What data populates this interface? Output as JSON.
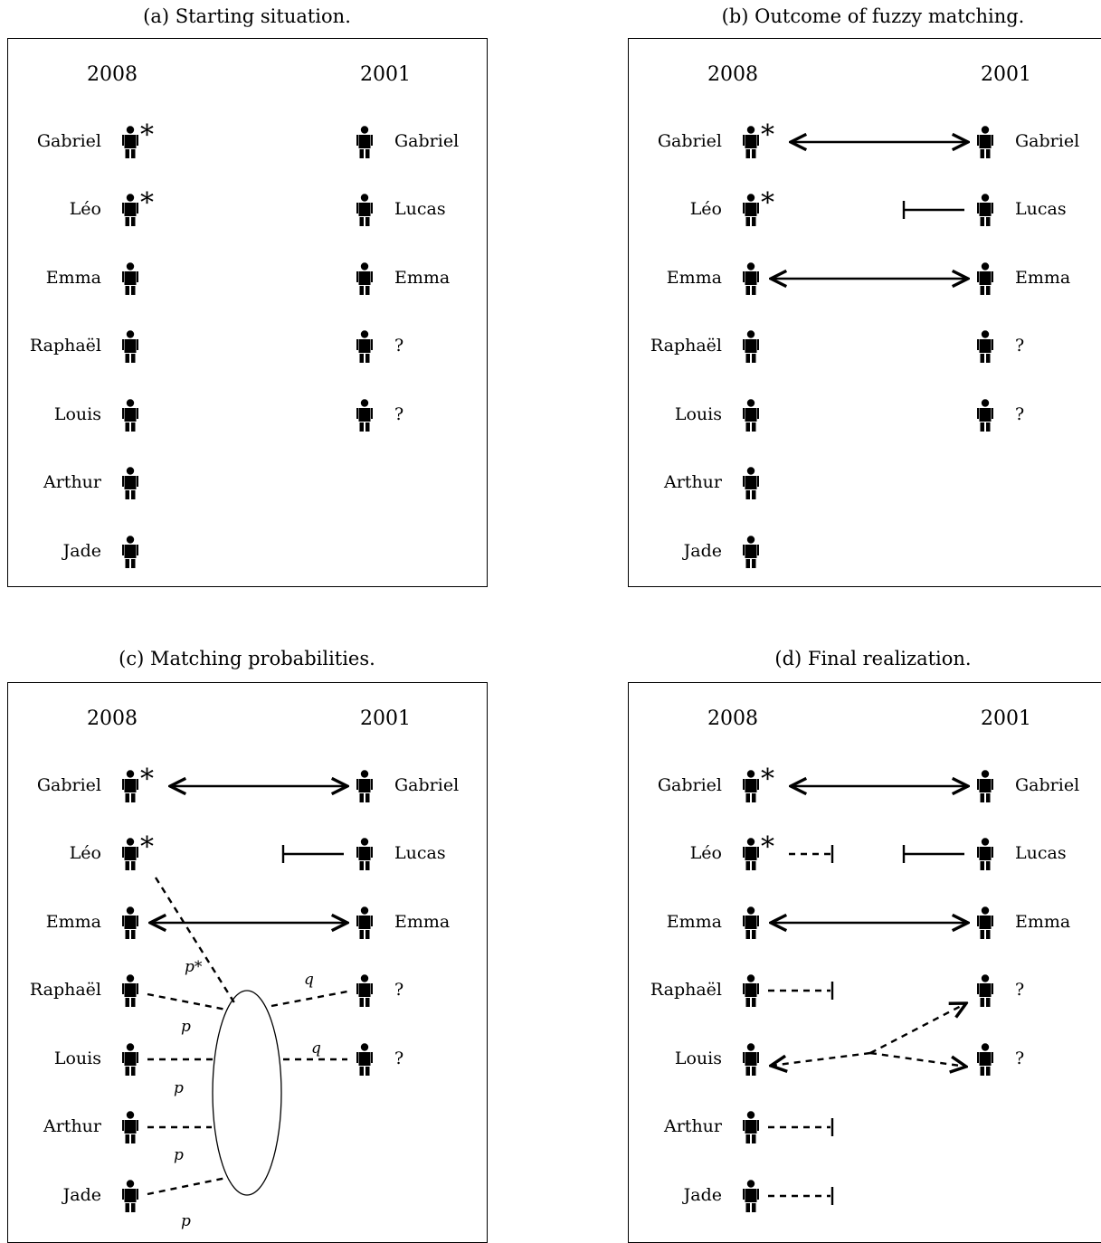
{
  "panels": {
    "a": {
      "caption": "(a) Starting situation.",
      "year_left": "2008",
      "year_right": "2001",
      "left_names": [
        "Gabriel",
        "Léo",
        "Emma",
        "Raphaël",
        "Louis",
        "Arthur",
        "Jade"
      ],
      "right_names": [
        "Gabriel",
        "Lucas",
        "Emma",
        "?",
        "?"
      ]
    },
    "b": {
      "caption": "(b) Outcome of fuzzy matching.",
      "year_left": "2008",
      "year_right": "2001",
      "left_names": [
        "Gabriel",
        "Léo",
        "Emma",
        "Raphaël",
        "Louis",
        "Arthur",
        "Jade"
      ],
      "right_names": [
        "Gabriel",
        "Lucas",
        "Emma",
        "?",
        "?"
      ]
    },
    "c": {
      "caption": "(c) Matching probabilities.",
      "year_left": "2008",
      "year_right": "2001",
      "left_names": [
        "Gabriel",
        "Léo",
        "Emma",
        "Raphaël",
        "Louis",
        "Arthur",
        "Jade"
      ],
      "right_names": [
        "Gabriel",
        "Lucas",
        "Emma",
        "?",
        "?"
      ],
      "prob_labels": {
        "p_star": "p*",
        "p": "p",
        "q": "q"
      }
    },
    "d": {
      "caption": "(d) Final realization.",
      "year_left": "2008",
      "year_right": "2001",
      "left_names": [
        "Gabriel",
        "Léo",
        "Emma",
        "Raphaël",
        "Louis",
        "Arthur",
        "Jade"
      ],
      "right_names": [
        "Gabriel",
        "Lucas",
        "Emma",
        "?",
        "?"
      ]
    }
  },
  "star_symbol": "*",
  "icons": {
    "person": "person-icon",
    "star": "star-marker"
  }
}
